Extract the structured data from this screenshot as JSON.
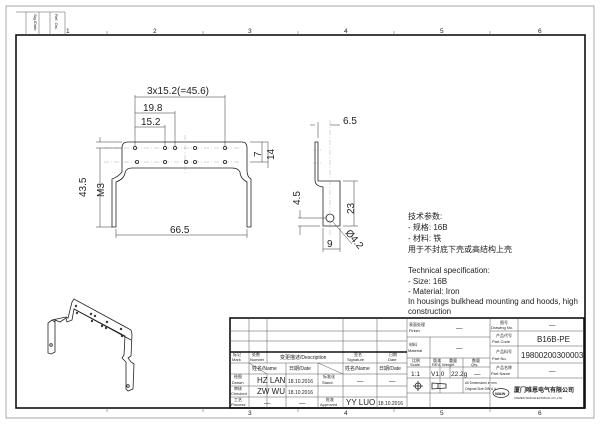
{
  "frame": {
    "columns": [
      "1",
      "2",
      "3",
      "4",
      "5",
      "6"
    ],
    "corner_table": [
      "Sig./Date",
      "Ref. Ost."
    ]
  },
  "front_view": {
    "dims": [
      "3x15.2(=45.6)",
      "19.8",
      "15.2",
      "66.5",
      "43.5",
      "M3",
      "7",
      "14"
    ]
  },
  "side_view": {
    "dims": [
      "6.5",
      "4.5",
      "23",
      "9",
      "Ø4.2"
    ]
  },
  "spec_cn": [
    "技术参数:",
    "- 规格: 16B",
    "- 材料: 铁",
    "用于不封底下壳或高结构上壳"
  ],
  "spec_en": [
    "Technical specification:",
    "- Size: 16B",
    "- Material: Iron",
    "In housings bulkhead mounting and hoods, high",
    "construction"
  ],
  "title_block": {
    "mark": "标记\nMark",
    "mark_cn": "标记",
    "mark_en": "Mark",
    "number_cn": "处数",
    "number_en": "Number",
    "description": "变更描述/Description",
    "signature_cn": "签名",
    "signature_en": "Signature",
    "date_cn": "日期",
    "date_en": "Date",
    "name_date_1": "姓名/Name",
    "date_1": "日期/Date",
    "name_date_2": "姓名/Name",
    "date_2": "日期/Date",
    "drawn_cn": "绘图",
    "drawn_en": "Drawn",
    "drawn_name": "HZ LAN",
    "drawn_date": "18.10.2016",
    "stand_cn": "标准化",
    "stand_en": "Stand.",
    "stand_name": "—",
    "stand_date": "—",
    "checked_cn": "审核",
    "checked_en": "Checked",
    "checked_name": "ZW WU",
    "checked_date": "18.10.2016",
    "process_cn": "工艺",
    "process_en": "Process",
    "process_name": "—",
    "process_date": "—",
    "approved_cn": "批准",
    "approved_en": "Approved",
    "approved_name": "YY LUO",
    "approved_date": "18.10.2016",
    "finish_cn": "表面处理",
    "finish_en": "Finish",
    "finish_value": "—",
    "material_cn": "材料",
    "material_en": "Material",
    "material_value": "—",
    "scale_cn": "比例",
    "scale_en": "Scale",
    "scale_value": "1:1",
    "rev_cn": "版本",
    "rev_en": "REV.",
    "rev_value": "V1.0",
    "weight_cn": "重量",
    "weight_en": "Weight",
    "weight_value": "22.2g",
    "qty_cn": "数量",
    "qty_en": "Qty.",
    "qty_value": "—",
    "units_1": "All Dimensions in mm",
    "units_2": "Original Size DIN A 4",
    "drawing_no_cn": "图号",
    "drawing_no_en": "Drawing No.",
    "drawing_no_value": "—",
    "part_code_cn": "产品代号",
    "part_code_en": "Part Code",
    "part_code_value": "B16B-PE",
    "part_no_cn": "产品料号",
    "part_no_en": "Part No.",
    "part_no_value": "19800200300003",
    "part_name_cn": "产品名称",
    "part_name_en": "Part Name",
    "part_name_value": "—",
    "company_cn": "厦门唯恩电气有限公司",
    "company_en": "XIAMEN WAIN ELECTRICAL CO.,LTD",
    "logo": "WAIN"
  }
}
